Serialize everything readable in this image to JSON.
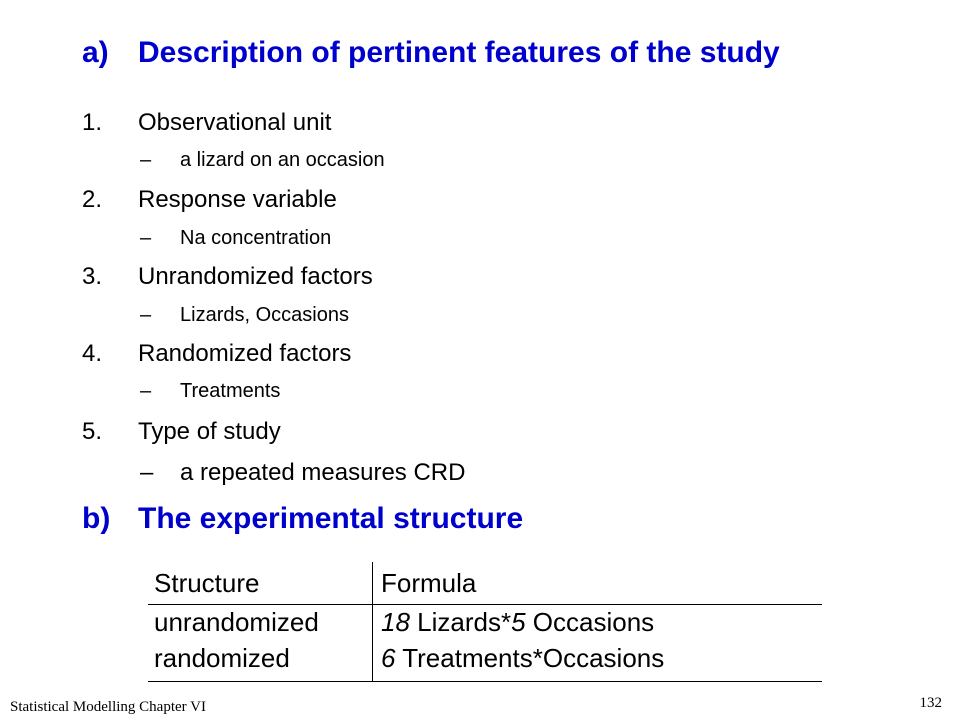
{
  "section_a": {
    "marker": "a)",
    "title": "Description of pertinent features of the study"
  },
  "features": [
    {
      "num": "1.",
      "label": "Observational unit",
      "detail": "a lizard on an occasion"
    },
    {
      "num": "2.",
      "label": "Response variable",
      "detail": "Na concentration"
    },
    {
      "num": "3.",
      "label": "Unrandomized factors",
      "detail": "Lizards, Occasions"
    },
    {
      "num": "4.",
      "label": "Randomized factors",
      "detail": "Treatments"
    },
    {
      "num": "5.",
      "label": "Type of study",
      "detail": "a repeated measures CRD"
    }
  ],
  "dash": "–",
  "section_b": {
    "marker": "b)",
    "title": "The experimental structure"
  },
  "structure_table": {
    "headers": [
      "Structure",
      "Formula"
    ],
    "rows": [
      {
        "structure": "unrandomized",
        "formula_num1": "18",
        "formula_term1": " Lizards*",
        "formula_num2": "5",
        "formula_term2": " Occasions"
      },
      {
        "structure": "randomized",
        "formula_num1": "6",
        "formula_term1": " Treatments*Occasions",
        "formula_num2": "",
        "formula_term2": ""
      }
    ]
  },
  "footer": {
    "left": "Statistical Modelling   Chapter VI",
    "page": "132"
  },
  "colors": {
    "heading": "#0000cc",
    "text": "#000000",
    "background": "#ffffff"
  }
}
